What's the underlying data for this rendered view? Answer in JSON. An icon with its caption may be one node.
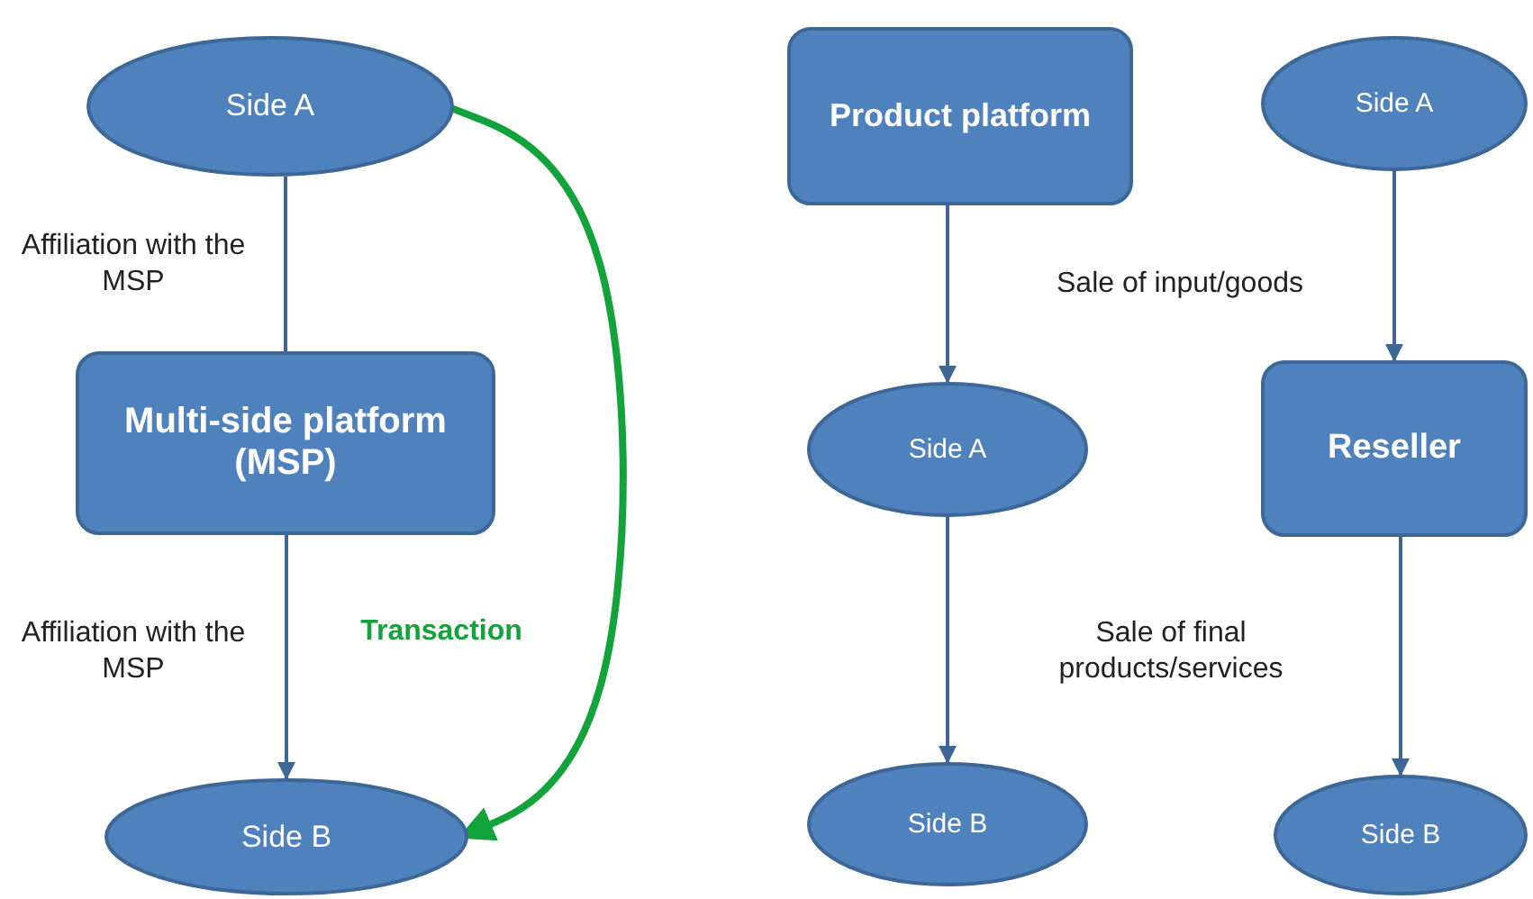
{
  "diagram": {
    "nodes": [
      {
        "text": [
          "Side A"
        ]
      },
      {
        "text": [
          "Multi-side platform (MSP)"
        ]
      },
      {
        "text": [
          "Side B"
        ]
      },
      {
        "text": [
          "Product platform"
        ]
      },
      {
        "text": [
          "Side A"
        ]
      },
      {
        "text": [
          "Side A"
        ]
      },
      {
        "text": [
          "Reseller"
        ]
      },
      {
        "text": [
          "Side B"
        ]
      },
      {
        "text": [
          "Side B"
        ]
      }
    ],
    "edges": [
      {
        "from": 0,
        "to": 1,
        "arrow": "none",
        "label": "Affiliation with the MSP"
      },
      {
        "from": 1,
        "to": 2,
        "arrow": "to",
        "label": "Affiliation with the MSP"
      },
      {
        "from": 0,
        "to": 2,
        "arrow": "to",
        "label": "Transaction",
        "style": "thick",
        "color": "#12a33a"
      },
      {
        "from": 3,
        "to": 5,
        "arrow": "to"
      },
      {
        "from": 4,
        "to": 6,
        "arrow": "to"
      },
      {
        "from": 5,
        "to": 7,
        "arrow": "to"
      },
      {
        "from": 6,
        "to": 8,
        "arrow": "to"
      }
    ],
    "labels": [
      "Sale of input/goods",
      "Sale of final products/services"
    ]
  }
}
